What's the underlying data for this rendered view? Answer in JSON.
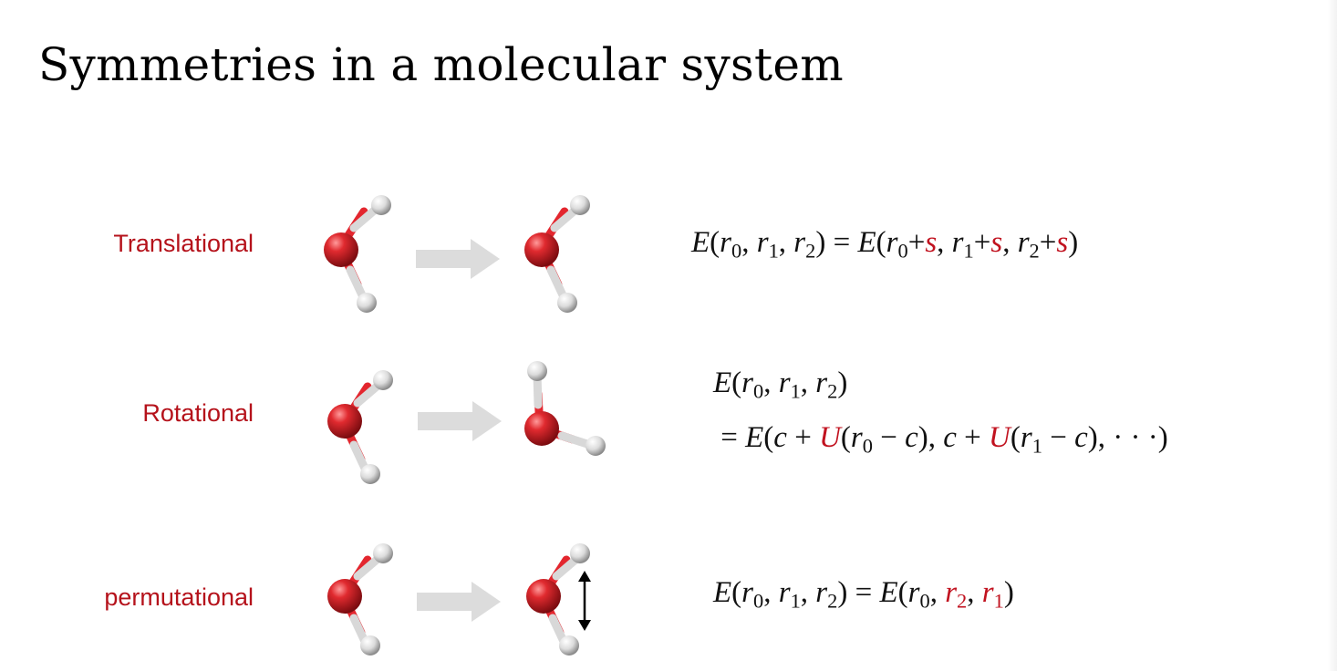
{
  "slide": {
    "title": "Symmetries in a molecular system"
  },
  "rows": [
    {
      "label": "Translational",
      "equation": {
        "lhs": "E(r_0, r_1, r_2) = E(r_0+s, r_1+s, r_2+s)",
        "highlighted": [
          "s"
        ]
      }
    },
    {
      "label": "Rotational",
      "equation": {
        "line1": "E(r_0, r_1, r_2)",
        "line2": "= E(c + U(r_0 − c), c + U(r_1 − c), ···)",
        "highlighted": [
          "U"
        ]
      }
    },
    {
      "label": "permutational",
      "equation": {
        "lhs": "E(r_0, r_1, r_2) = E(r_0, r_2, r_1)",
        "highlighted": [
          "r_2",
          "r_1"
        ]
      }
    }
  ],
  "colors": {
    "label_red": "#b5121b",
    "highlight_red": "#c1121f",
    "oxygen": "#d8202a",
    "hydrogen": "#e6e6e6",
    "arrow_gray": "#dcdcdc"
  },
  "icons": [
    "water-molecule",
    "right-arrow",
    "double-headed-arrow"
  ]
}
